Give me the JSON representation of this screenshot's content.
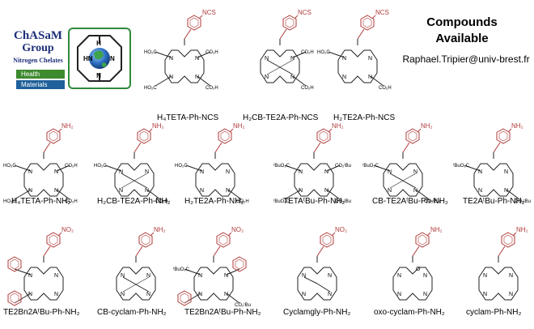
{
  "brand": {
    "name_line1": "ChASaM",
    "name_line2": "Group",
    "subtitle": "Nitrogen Chelates",
    "tag_health": "Health",
    "tag_materials": "Materials"
  },
  "heading": {
    "line1": "Compounds",
    "line2": "Available"
  },
  "email": "Raphael.Tripier@univ-brest.fr",
  "substituents": {
    "ncs": "NCS",
    "nh2": "NH₂",
    "no2": "NO₂"
  },
  "colors": {
    "linker": "#b03a3a",
    "bond": "#222222"
  },
  "compounds": [
    "H₄TETA-Ph-NCS",
    "H₂CB-TE2A-Ph-NCS",
    "H₂TE2A-Ph-NCS",
    "H₄TETA-Ph-NH₂",
    "H₂CB-TE2A-Ph-NH₂",
    "H₂TE2A-Ph-NH₂",
    "TETAᵗBu-Ph-NH₂",
    "CB-TE2AᵗBu-Ph-NH₂",
    "TE2AᵗBu-Ph-NH₂",
    "TE2Bn2AᵗBu-Ph-NH₂",
    "CB-cyclam-Ph-NH₂",
    "TE2Bn2AᵗBu-Ph-NH₂",
    "Cyclamgly-Ph-NH₂",
    "oxo-cyclam-Ph-NH₂",
    "cyclam-Ph-NH₂"
  ],
  "pendant_labels": {
    "acid": "CO₂H",
    "acid_left": "HO₂C",
    "ester": "CO₂ᵗBu",
    "ester_left": "ᵗBuO₂C",
    "amine": "NH",
    "oxo": "O"
  }
}
